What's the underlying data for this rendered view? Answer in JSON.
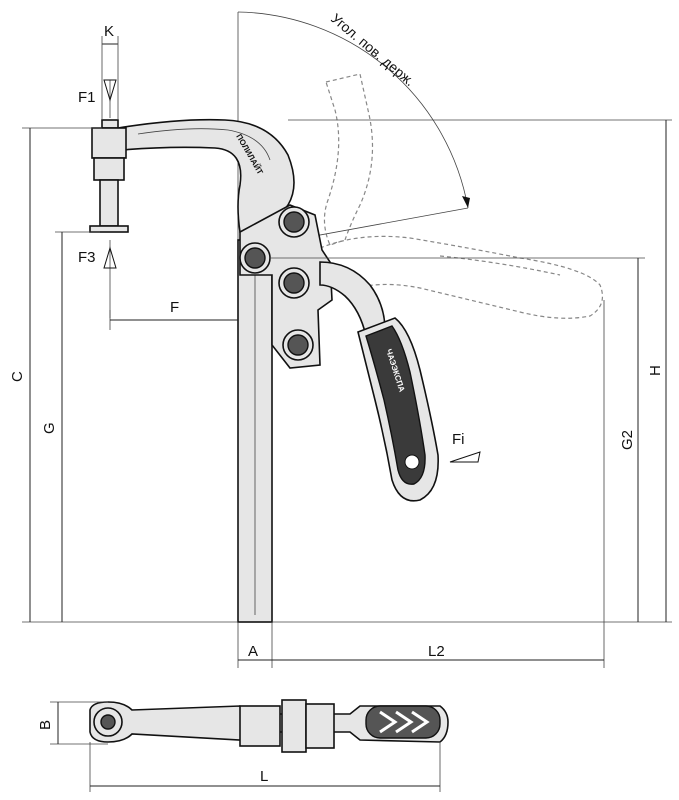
{
  "labels": {
    "K": "K",
    "F1": "F1",
    "F3": "F3",
    "F": "F",
    "C": "C",
    "G": "G",
    "H": "H",
    "G2": "G2",
    "Fi": "Fi",
    "A": "A",
    "L2": "L2",
    "B": "B",
    "L": "L",
    "angle": "Угол. пов. держ."
  },
  "branding": {
    "arm_text": "ПОЛИЛАЙТ",
    "handle_text": "ЧАЭЭКСПА"
  },
  "colors": {
    "line": "#111111",
    "body_fill": "#e6e6e6",
    "ghost": "#888888"
  }
}
